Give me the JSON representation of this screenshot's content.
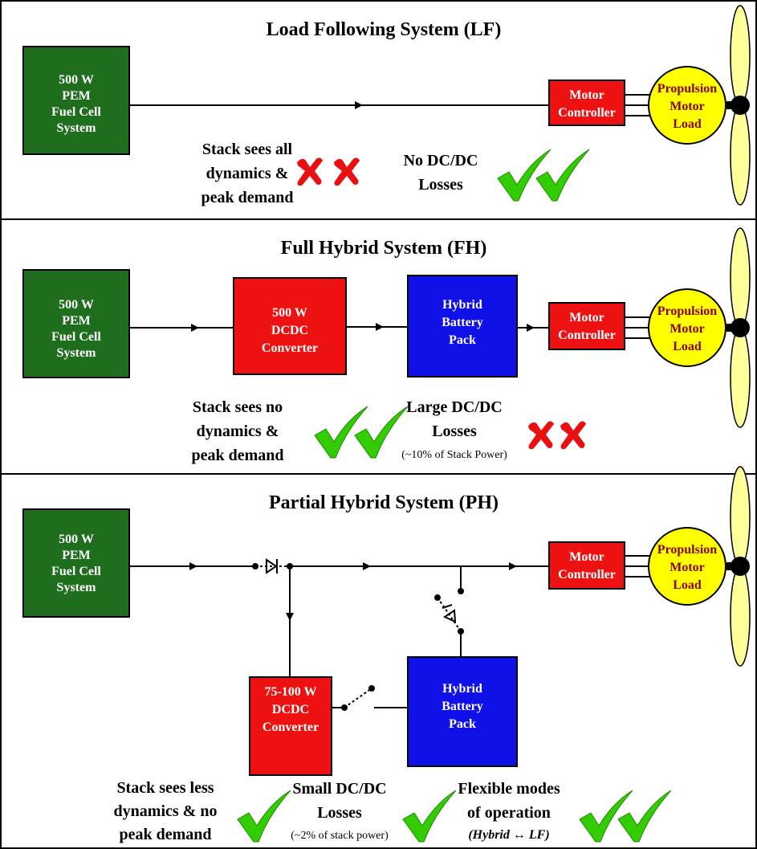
{
  "panels": [
    {
      "title": "Load Following System (LF)",
      "fuel_cell": [
        "500 W",
        "PEM",
        "Fuel Cell",
        "System"
      ],
      "motor_controller": [
        "Motor",
        "Controller"
      ],
      "load": [
        "Propulsion",
        "Motor",
        "Load"
      ],
      "note_left": [
        "Stack sees all",
        "dynamics &",
        "peak demand"
      ],
      "note_right": [
        "No DC/DC",
        "Losses"
      ]
    },
    {
      "title": "Full Hybrid System (FH)",
      "fuel_cell": [
        "500 W",
        "PEM",
        "Fuel Cell",
        "System"
      ],
      "dcdc": [
        "500 W",
        "DCDC",
        "Converter"
      ],
      "battery": [
        "Hybrid",
        "Battery",
        "Pack"
      ],
      "motor_controller": [
        "Motor",
        "Controller"
      ],
      "load": [
        "Propulsion",
        "Motor",
        "Load"
      ],
      "note_left": [
        "Stack sees no",
        "dynamics &",
        "peak demand"
      ],
      "note_right": [
        "Large DC/DC",
        "Losses"
      ],
      "note_right_sub": "(~10% of Stack Power)"
    },
    {
      "title": "Partial Hybrid System (PH)",
      "fuel_cell": [
        "500 W",
        "PEM",
        "Fuel Cell",
        "System"
      ],
      "dcdc": [
        "75-100 W",
        "DCDC",
        "Converter"
      ],
      "battery": [
        "Hybrid",
        "Battery",
        "Pack"
      ],
      "motor_controller": [
        "Motor",
        "Controller"
      ],
      "load": [
        "Propulsion",
        "Motor",
        "Load"
      ],
      "note_left": [
        "Stack sees less",
        "dynamics & no",
        "peak demand"
      ],
      "note_mid": [
        "Small DC/DC",
        "Losses"
      ],
      "note_mid_sub": "(~2% of stack power)",
      "note_right": [
        "Flexible modes",
        "of operation"
      ],
      "note_right_sub": "(Hybrid ↔ LF)"
    }
  ],
  "colors": {
    "fuel_cell": "#1e6e1e",
    "converter": "#ee1111",
    "battery": "#1010e8",
    "load": "#ffff00",
    "check": "#33cc00",
    "cross": "#e81010"
  },
  "icons": [
    "check-icon",
    "cross-icon",
    "propeller-icon",
    "diode-icon",
    "switch-icon",
    "arrow-icon"
  ]
}
